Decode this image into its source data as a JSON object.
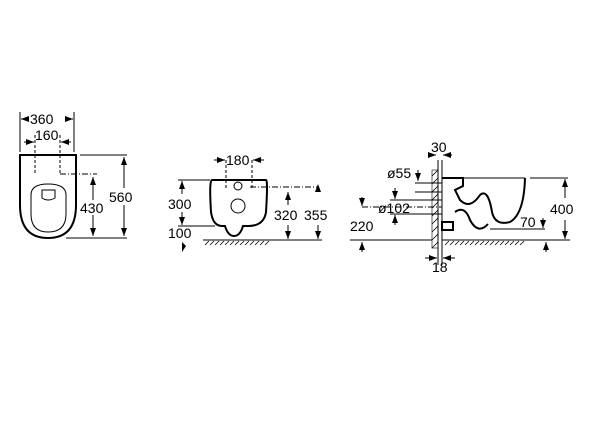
{
  "title": "Wall-hung toilet dimension drawing",
  "top_view": {
    "width": "360",
    "fixing_spacing": "160",
    "fixing_depth": "430",
    "length": "560"
  },
  "front_view": {
    "fixing_spacing": "180",
    "height": "300",
    "floor_gap": "100",
    "fixing_height": "320",
    "top_height": "355"
  },
  "side_view": {
    "wall_offset": "30",
    "inlet_diameter": "ø55",
    "outlet_diameter": "ø102",
    "outlet_height": "220",
    "bowl_height": "400",
    "outlet_offset": "70",
    "wall_thickness": "18"
  }
}
